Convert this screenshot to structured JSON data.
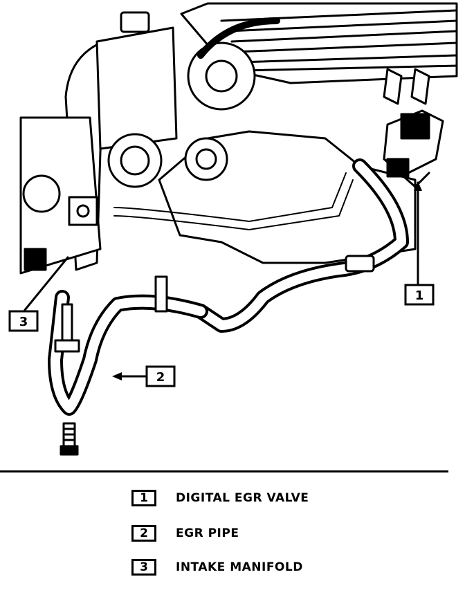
{
  "callouts": [
    {
      "number": "1",
      "label": "DIGITAL EGR VALVE"
    },
    {
      "number": "2",
      "label": "EGR PIPE"
    },
    {
      "number": "3",
      "label": "INTAKE MANIFOLD"
    }
  ]
}
